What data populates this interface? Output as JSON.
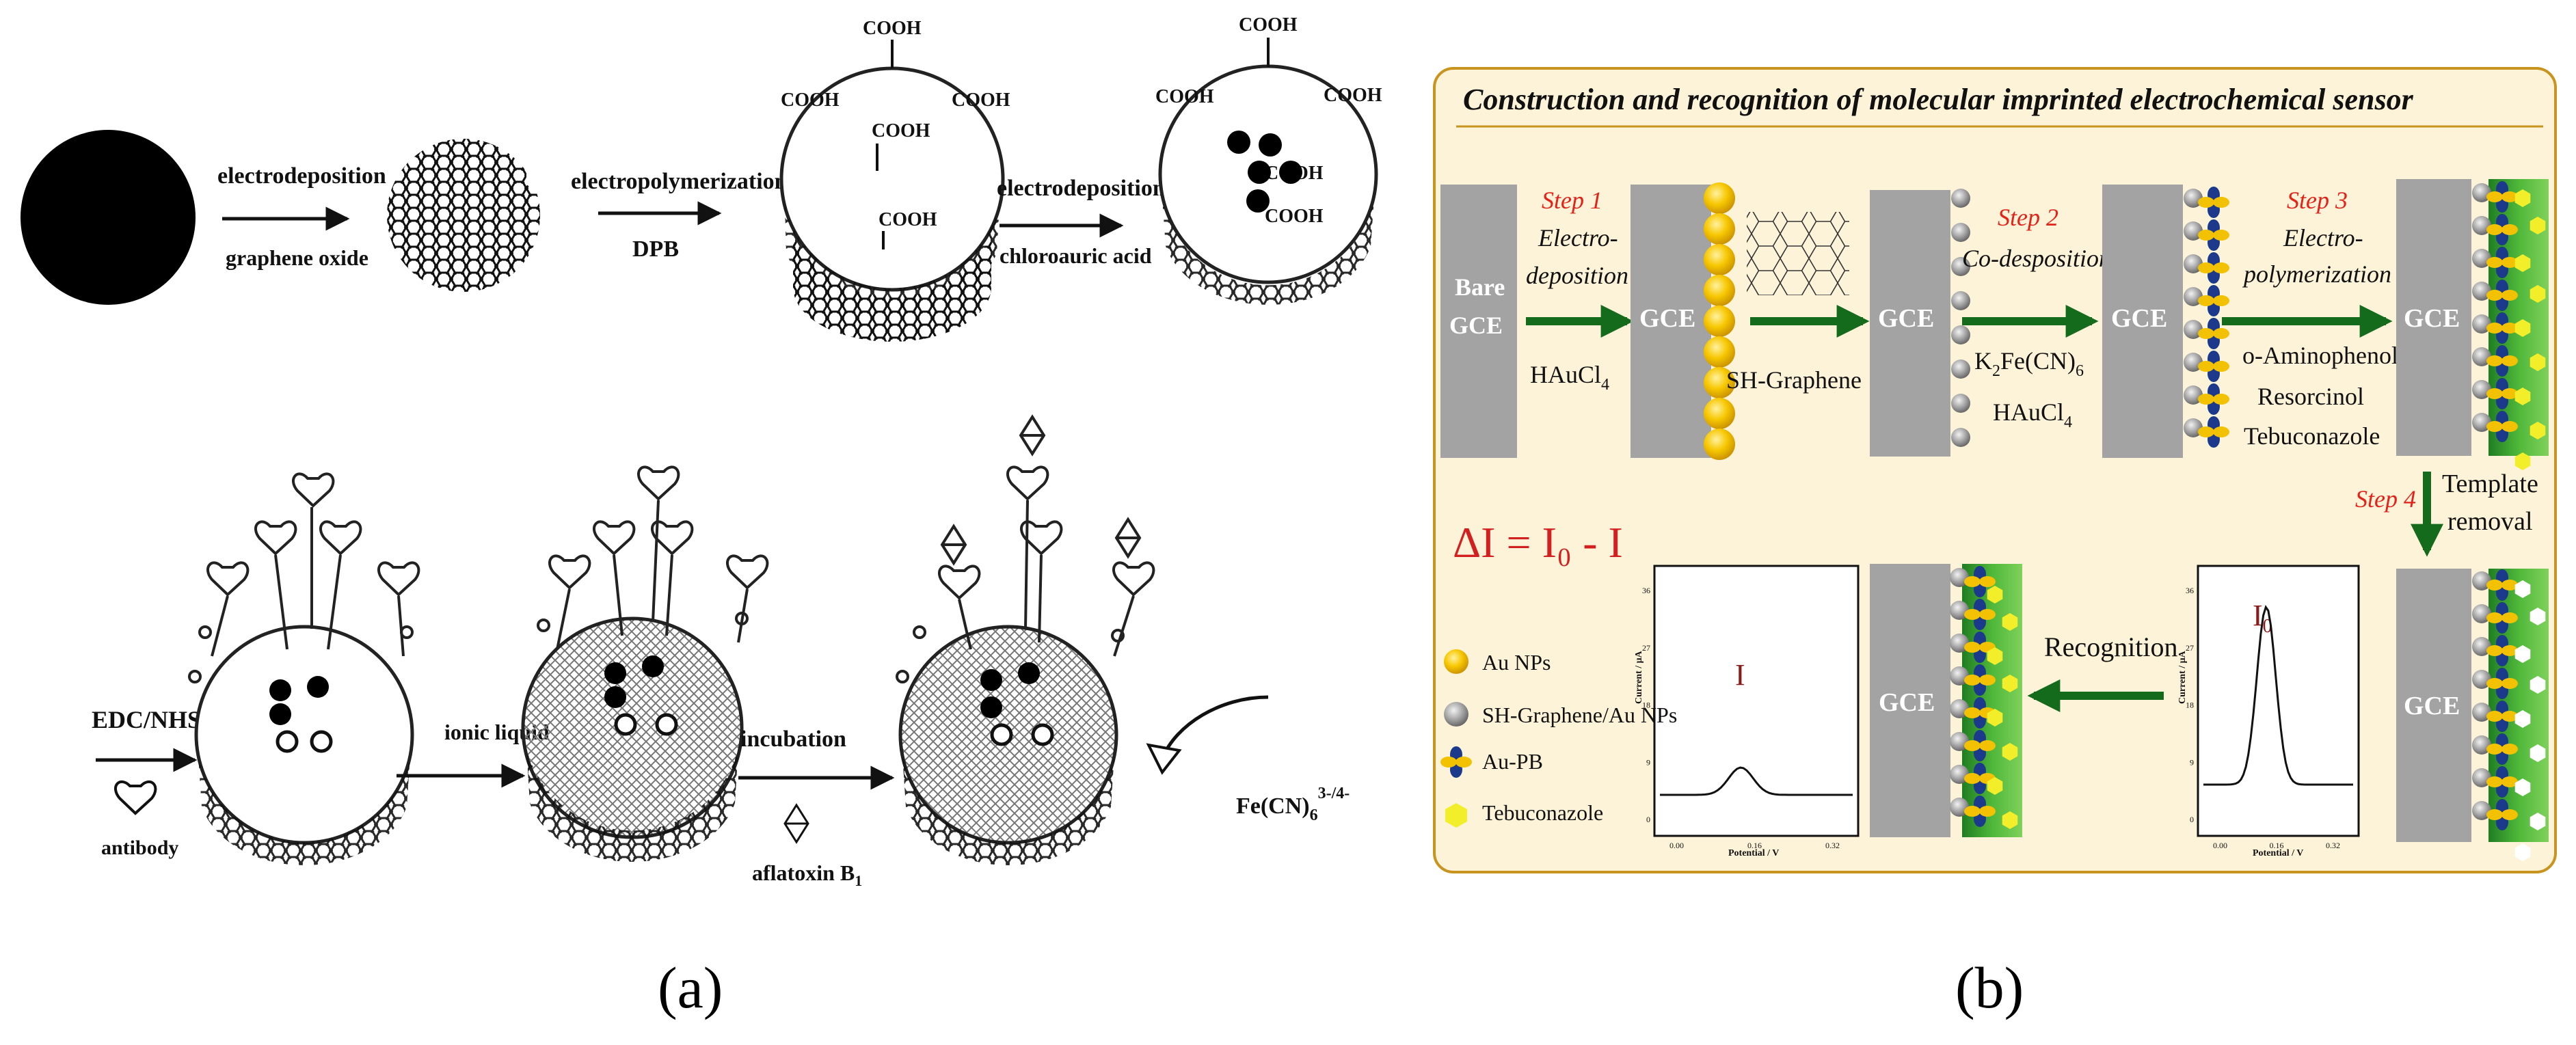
{
  "panel_a": {
    "caption": "(a)",
    "cooh": "COOH",
    "steps": {
      "electrodeposition": "electrodeposition",
      "graphene_oxide": "graphene oxide",
      "electropolymerization": "electropolymerization",
      "dpb": "DPB",
      "electrodeposition2": "electrodeposition",
      "chloroauric_acid": "chloroauric acid",
      "edc_nhs": "EDC/NHS",
      "antibody": "antibody",
      "ionic_liquid": "ionic liquid",
      "incubation": "incubation",
      "aflatoxin": "aflatoxin B",
      "aflatoxin_sub": "1",
      "ferricyanide": "Fe(CN)",
      "ferricyanide_sub": "6",
      "ferricyanide_sup": "3-/4-"
    }
  },
  "panel_b": {
    "caption": "(b)",
    "title": "Construction and recognition of molecular imprinted electrochemical sensor",
    "bare": "Bare",
    "gce": "GCE",
    "step1": "Step 1",
    "step1_line1": "Electro-",
    "step1_line2": "deposition",
    "haucl4": "HAuCl",
    "haucl4_sub": "4",
    "sh_graphene": "SH-Graphene",
    "step2": "Step 2",
    "step2_desc": "Co-desposition",
    "k2fe": "K",
    "k2fe_sub1": "2",
    "k2fe_mid": "Fe(CN)",
    "k2fe_sub2": "6",
    "step3": "Step 3",
    "step3_line1": "Electro-",
    "step3_line2": "polymerization",
    "reagent1": "o-Aminophenol",
    "reagent2": "Resorcinol",
    "reagent3": "Tebuconazole",
    "step4": "Step 4",
    "template_line1": "Template",
    "template_line2": "removal",
    "delta_eq": "ΔI = I₀ - I",
    "recognition": "Recognition",
    "legend": [
      "Au NPs",
      "SH-Graphene/Au NPs",
      "Au-PB",
      "Tebuconazole"
    ],
    "plot_left": {
      "peak_label": "I",
      "ylabel": "Current / μA",
      "xlabel": "Potential / V",
      "yticks": [
        "36",
        "27",
        "18",
        "9",
        "0"
      ],
      "xticks": [
        "0.00",
        "0.16",
        "0.32"
      ]
    },
    "plot_right": {
      "peak_label": "I",
      "peak_sub": "0",
      "ylabel": "Current / μA",
      "xlabel": "Potential / V",
      "yticks": [
        "36",
        "27",
        "18",
        "9",
        "0"
      ],
      "xticks": [
        "0.00",
        "0.16",
        "0.32"
      ]
    }
  },
  "colors": {
    "panel_bg": "#fdf3d8",
    "panel_border": "#c8941e",
    "gce_gray": "#a3a3a3",
    "arrow_green": "#146b1c",
    "step_red": "#e2231a",
    "gold": "#f2c200",
    "au_pb_blue": "#1c3a8c",
    "green_film": "#3aa02c",
    "tebuconazole": "#f2ef2a"
  }
}
